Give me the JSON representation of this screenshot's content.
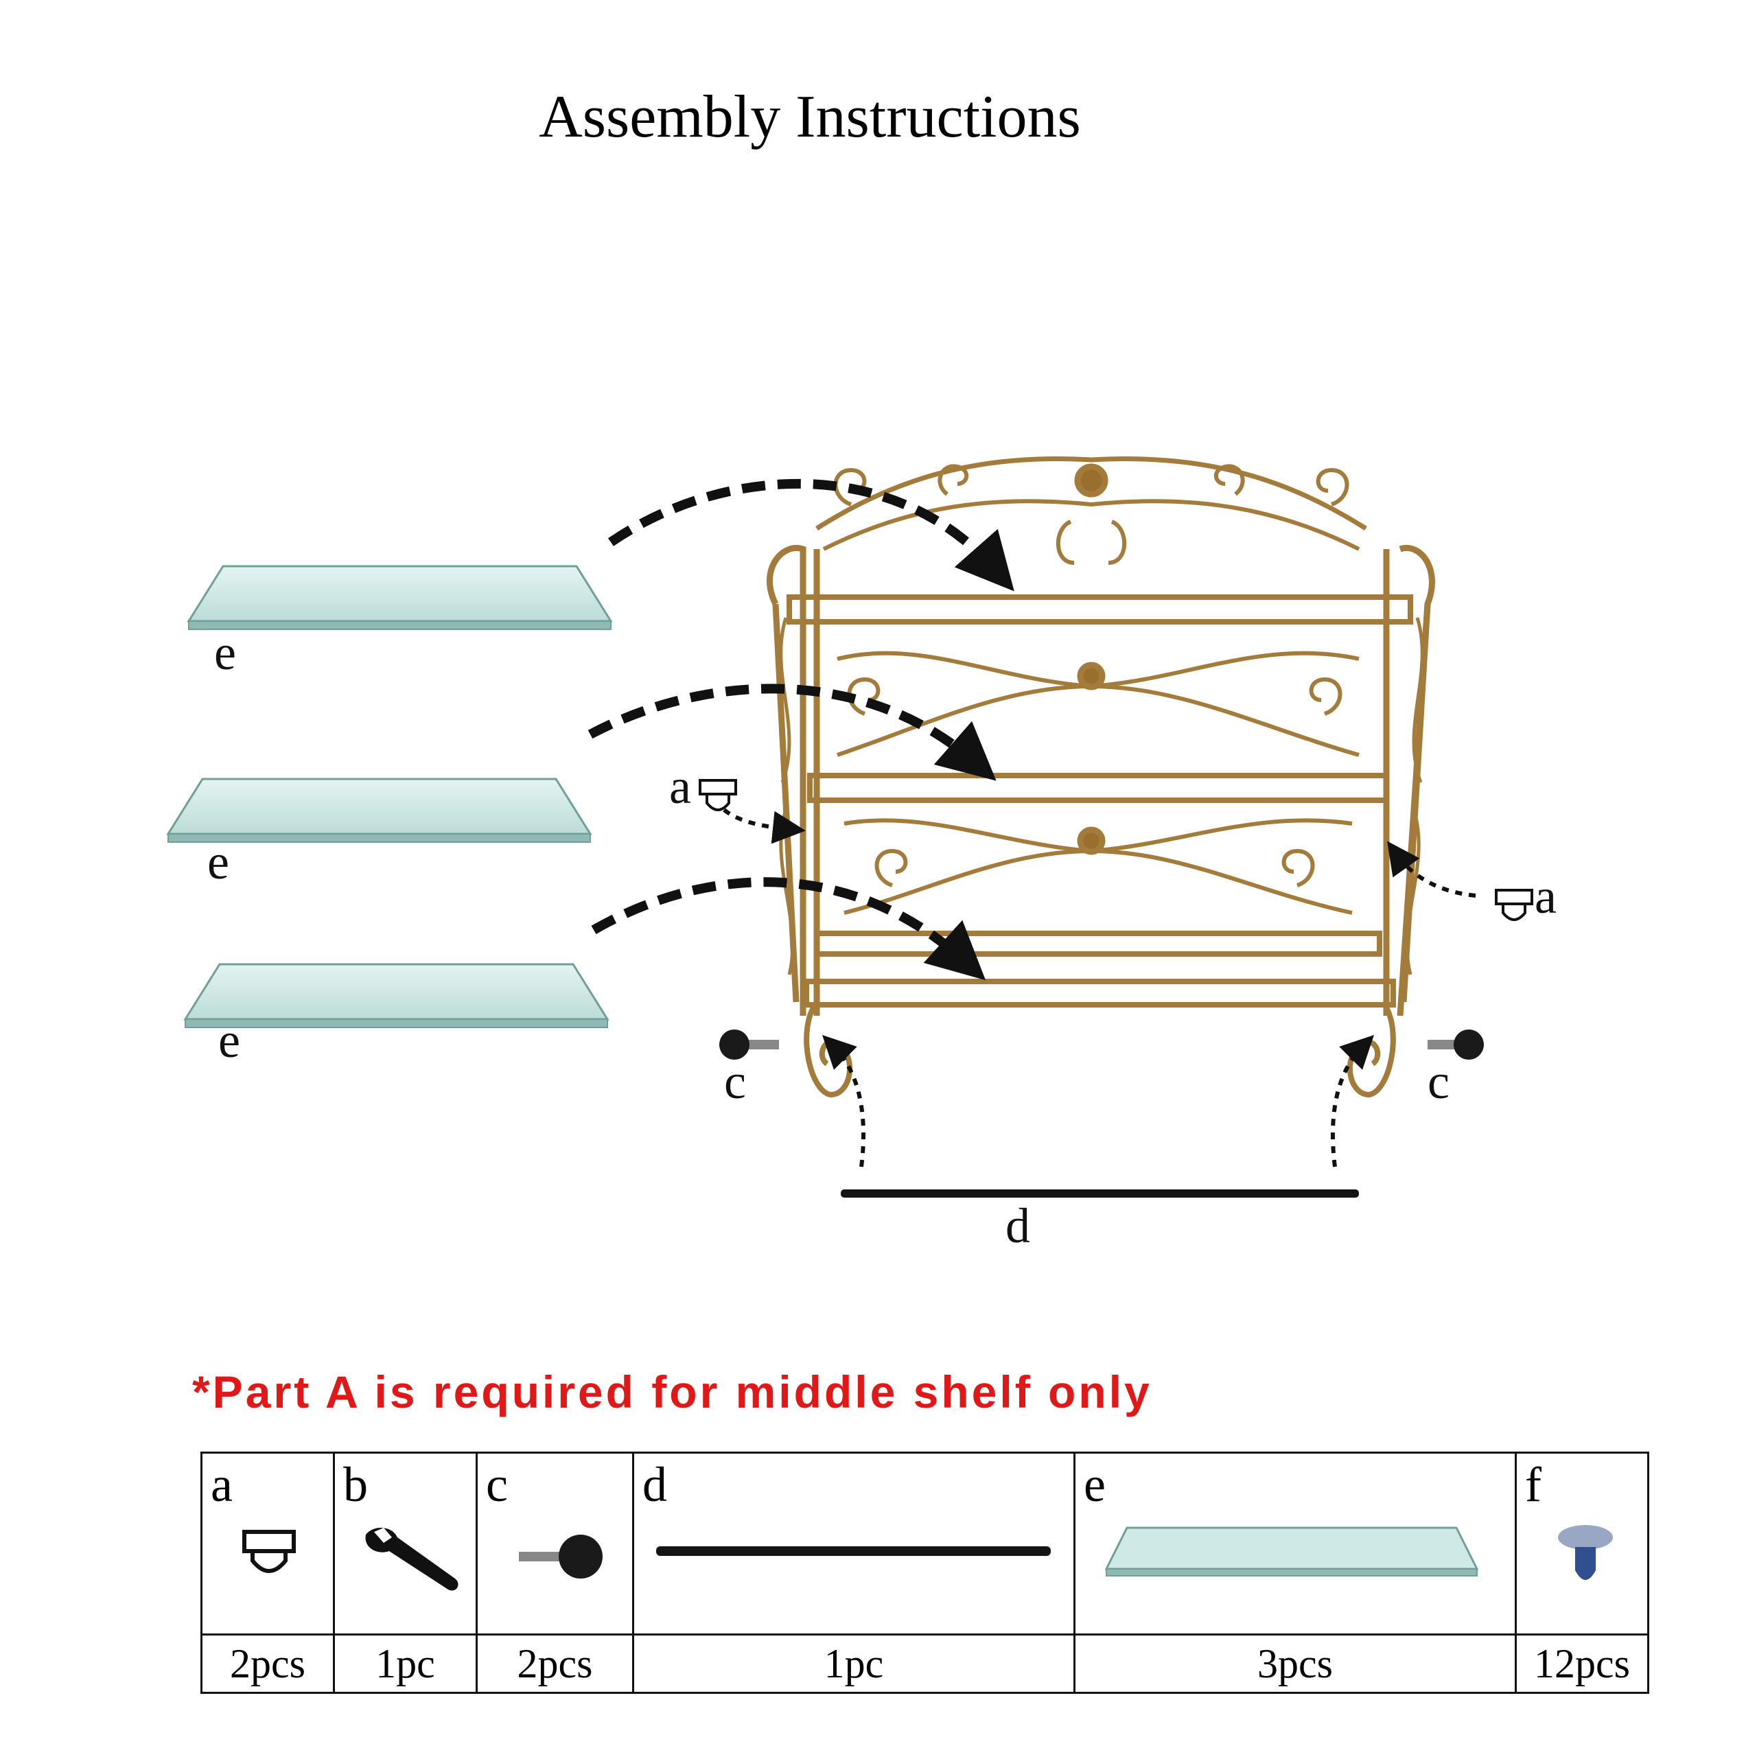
{
  "title": "Assembly Instructions",
  "note": "*Part A is required for middle shelf only",
  "labels": {
    "e": "e",
    "a": "a",
    "c": "c",
    "d": "d"
  },
  "parts": [
    {
      "letter": "a",
      "qty": "2pcs",
      "icon": "bracket-icon"
    },
    {
      "letter": "b",
      "qty": "1pc",
      "icon": "wrench-icon"
    },
    {
      "letter": "c",
      "qty": "2pcs",
      "icon": "ball-screw-icon"
    },
    {
      "letter": "d",
      "qty": "1pc",
      "icon": "rod-icon"
    },
    {
      "letter": "e",
      "qty": "3pcs",
      "icon": "glass-shelf-icon"
    },
    {
      "letter": "f",
      "qty": "12pcs",
      "icon": "shelf-peg-icon"
    }
  ],
  "colors": {
    "note": "#e01818",
    "frame": "#a37b3a",
    "glass": "#cfe9e6",
    "glass_edge": "#6f9f97"
  }
}
